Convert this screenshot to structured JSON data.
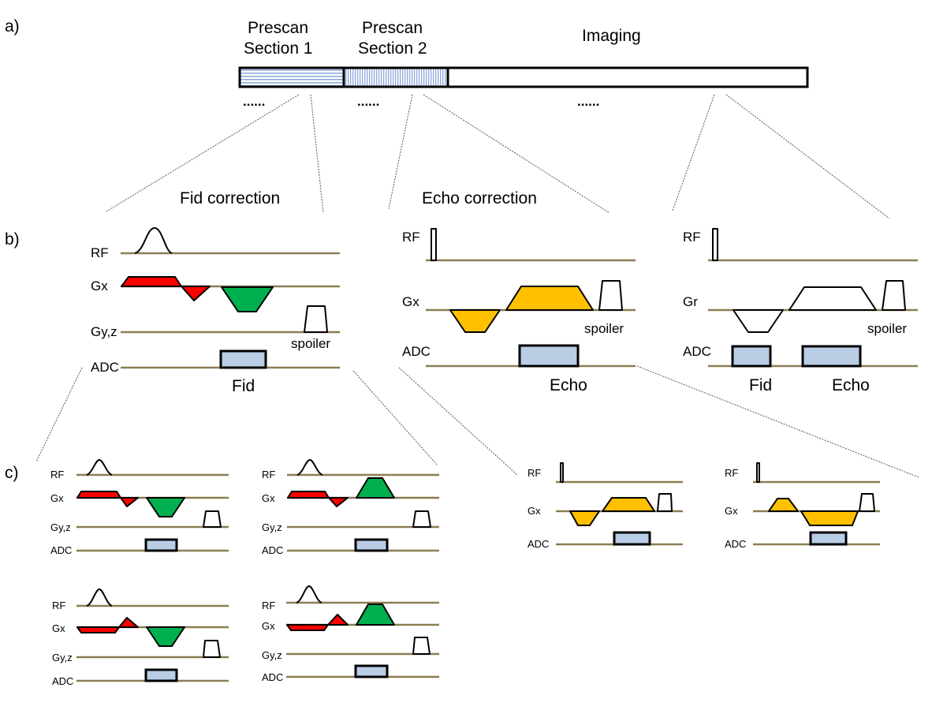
{
  "panel_labels": {
    "a": "a)",
    "b": "b)",
    "c": "c)"
  },
  "timeline": {
    "sections": [
      {
        "line1": "Prescan",
        "line2": "Section 1"
      },
      {
        "line1": "Prescan",
        "line2": "Section 2"
      },
      {
        "line1": "Imaging",
        "line2": ""
      }
    ],
    "ellipsis": "......"
  },
  "panel_b": {
    "fid_correction": {
      "title": "Fid correction",
      "axes": [
        "RF",
        "Gx",
        "Gy,z",
        "ADC"
      ],
      "spoiler_label": "spoiler",
      "adc_label": "Fid"
    },
    "echo_correction": {
      "title": "Echo correction",
      "axes": [
        "RF",
        "Gx",
        "ADC"
      ],
      "spoiler_label": "spoiler",
      "adc_label": "Echo"
    },
    "imaging": {
      "axes": [
        "RF",
        "Gr",
        "ADC"
      ],
      "spoiler_label": "spoiler",
      "adc_labels": [
        "Fid",
        "Echo"
      ]
    }
  },
  "panel_c": {
    "fid_variants": [
      {
        "axes": [
          "RF",
          "Gx",
          "Gy,z",
          "ADC"
        ]
      },
      {
        "axes": [
          "RF",
          "Gx",
          "Gy,z",
          "ADC"
        ]
      },
      {
        "axes": [
          "RF",
          "Gx",
          "Gy,z",
          "ADC"
        ]
      },
      {
        "axes": [
          "RF",
          "Gx",
          "Gy,z",
          "ADC"
        ]
      }
    ],
    "echo_variants": [
      {
        "axes": [
          "RF",
          "Gx",
          "ADC"
        ]
      },
      {
        "axes": [
          "RF",
          "Gx",
          "ADC"
        ]
      }
    ]
  },
  "colors": {
    "axis": "#8c7d52",
    "prephaser_red": "#ff0000",
    "readout_green": "#00b050",
    "readout_yellow": "#ffc000",
    "adc_fill": "#b9cde5",
    "stripe_blue": "#8eaadb"
  }
}
